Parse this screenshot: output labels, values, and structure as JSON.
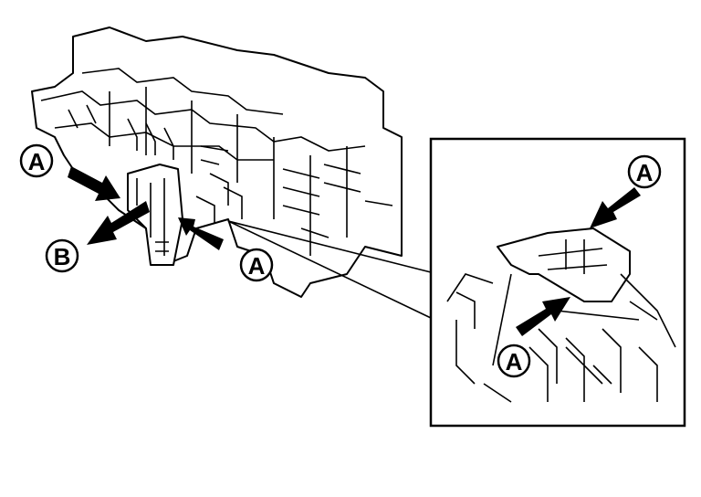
{
  "diagram": {
    "description_labels": {
      "callout_a_left": "A",
      "callout_b": "B",
      "callout_a_bottom": "A",
      "callout_a_inset_top": "A",
      "callout_a_inset_bottom": "A"
    },
    "colors": {
      "ink": "#000000",
      "paper": "#ffffff"
    }
  }
}
